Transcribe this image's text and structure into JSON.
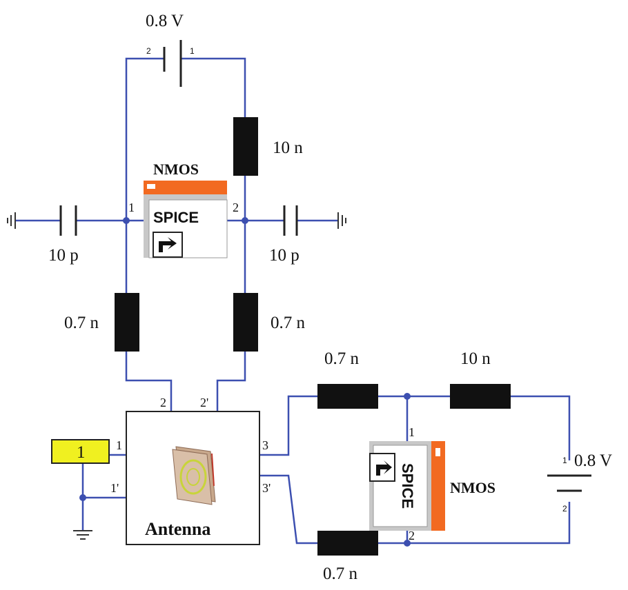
{
  "colors": {
    "wire": "#3c4fb0",
    "spice_accent": "#f26a21",
    "port": "#f0f020",
    "antenna_body": "#c8a88c"
  },
  "top_battery": {
    "value": "0.8 V",
    "pin_left": "2",
    "pin_right": "1"
  },
  "top_inductor": {
    "value": "10 n"
  },
  "nmos_top": {
    "name": "NMOS",
    "icon_text": "SPICE",
    "pin_left": "1",
    "pin_right": "2"
  },
  "cap_left": {
    "value": "10 p"
  },
  "cap_right": {
    "value": "10 p"
  },
  "ind_left": {
    "value": "0.7 n"
  },
  "ind_right": {
    "value": "0.7 n"
  },
  "antenna": {
    "label": "Antenna",
    "pins": {
      "p1": "1",
      "p1p": "1'",
      "p2": "2",
      "p2p": "2'",
      "p3": "3",
      "p3p": "3'"
    }
  },
  "port": {
    "label": "1"
  },
  "ind_br_top": {
    "value": "0.7 n"
  },
  "ind_br_top2": {
    "value": "10 n"
  },
  "ind_br_bottom": {
    "value": "0.7 n"
  },
  "nmos_right": {
    "name": "NMOS",
    "icon_text": "SPICE",
    "pin_top": "1",
    "pin_bottom": "2"
  },
  "right_battery": {
    "value": "0.8 V",
    "pin_top": "1",
    "pin_bottom": "2"
  }
}
